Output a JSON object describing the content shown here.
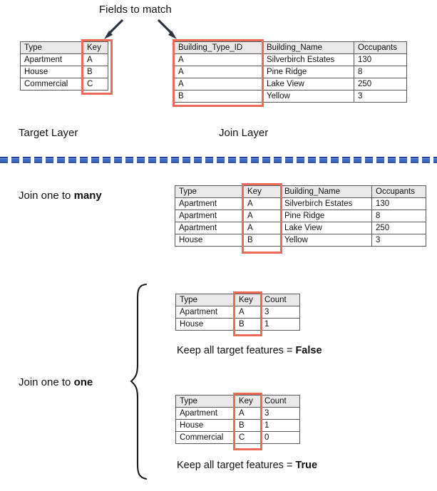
{
  "annotations": {
    "fields_to_match": "Fields to match",
    "target_layer": "Target Layer",
    "join_layer": "Join Layer",
    "join_one_to_many_prefix": "Join one to ",
    "join_one_to_many_emphasis": "many",
    "join_one_to_one_prefix": "Join one to ",
    "join_one_to_one_emphasis": "one",
    "keep_false_prefix": "Keep all target features = ",
    "keep_false_emphasis": "False",
    "keep_true_prefix": "Keep all target features = ",
    "keep_true_emphasis": "True"
  },
  "colors": {
    "highlight_red": "#ec6a58",
    "divider_blue": "#3b6ecb",
    "divider_blue_dark": "#1f3f91",
    "table_border": "#595959",
    "header_fill": "#e9e9e9",
    "arrow_dark": "#2b3240",
    "text": "#111111"
  },
  "tables": {
    "target_layer": {
      "name": "Target Layer",
      "columns": [
        "Type",
        "Key"
      ],
      "rows": [
        [
          "Apartment",
          "A"
        ],
        [
          "House",
          "B"
        ],
        [
          "Commercial",
          "C"
        ]
      ],
      "highlighted_column": "Key"
    },
    "join_layer": {
      "name": "Join Layer",
      "columns": [
        "Building_Type_ID",
        "Building_Name",
        "Occupants"
      ],
      "rows": [
        [
          "A",
          "Silverbirch Estates",
          "130"
        ],
        [
          "A",
          "Pine Ridge",
          "8"
        ],
        [
          "A",
          "Lake View",
          "250"
        ],
        [
          "B",
          "Yellow",
          "3"
        ]
      ],
      "highlighted_column": "Building_Type_ID"
    },
    "one_to_many_result": {
      "name": "Join one to many result",
      "columns": [
        "Type",
        "Key",
        "Building_Name",
        "Occupants"
      ],
      "rows": [
        [
          "Apartment",
          "A",
          "Silverbirch Estates",
          "130"
        ],
        [
          "Apartment",
          "A",
          "Pine Ridge",
          "8"
        ],
        [
          "Apartment",
          "A",
          "Lake View",
          "250"
        ],
        [
          "House",
          "B",
          "Yellow",
          "3"
        ]
      ],
      "highlighted_column": "Key"
    },
    "one_to_one_false": {
      "name": "Join one to one, keep all target features false",
      "columns": [
        "Type",
        "Key",
        "Count"
      ],
      "rows": [
        [
          "Apartment",
          "A",
          "3"
        ],
        [
          "House",
          "B",
          "1"
        ]
      ],
      "highlighted_column": "Key"
    },
    "one_to_one_true": {
      "name": "Join one to one, keep all target features true",
      "columns": [
        "Type",
        "Key",
        "Count"
      ],
      "rows": [
        [
          "Apartment",
          "A",
          "3"
        ],
        [
          "House",
          "B",
          "1"
        ],
        [
          "Commercial",
          "C",
          "0"
        ]
      ],
      "highlighted_column": "Key"
    }
  }
}
